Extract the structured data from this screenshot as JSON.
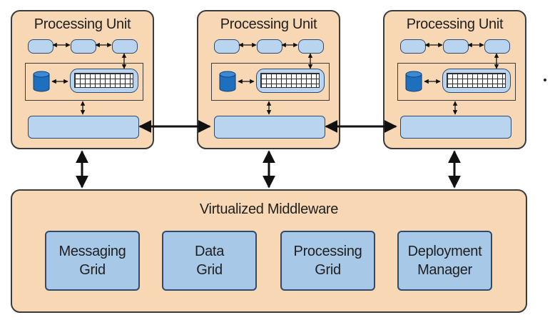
{
  "processing_units": [
    {
      "title": "Processing Unit"
    },
    {
      "title": "Processing Unit"
    },
    {
      "title": "Processing Unit"
    }
  ],
  "middleware": {
    "title": "Virtualized Middleware",
    "components": [
      {
        "label": "Messaging\nGrid"
      },
      {
        "label": "Data\nGrid"
      },
      {
        "label": "Processing\nGrid"
      },
      {
        "label": "Deployment\nManager"
      }
    ]
  },
  "colors": {
    "box_fill": "#f8d7b5",
    "component_fill": "#b8d4ef",
    "database_fill": "#1f6fbf",
    "border": "#3b3b3b"
  },
  "icons": [
    "database-icon",
    "data-grid-icon"
  ]
}
